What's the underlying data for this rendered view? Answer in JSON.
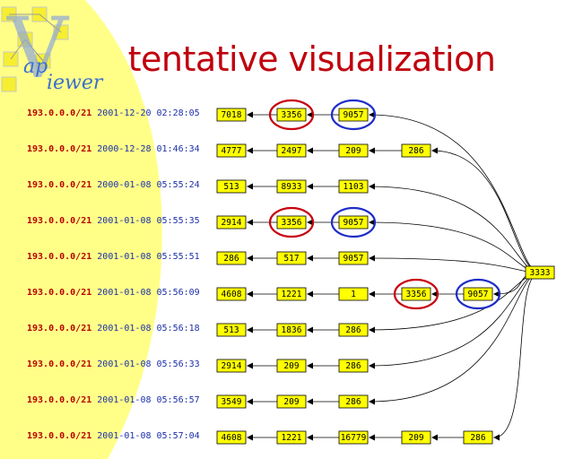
{
  "title": "tentative visualization",
  "logo": {
    "letter": "V",
    "text_top": "ap",
    "text_bottom": "iewer"
  },
  "colors": {
    "prefix": "#b80000",
    "date": "#1c2fa8",
    "title": "#c0000d",
    "box_fill": "#ffff00",
    "highlight_red": "#c8000f",
    "highlight_blue": "#1f2dc8",
    "background_blob": "#ffff88"
  },
  "origin_as": "3333",
  "rows": [
    {
      "prefix": "193.0.0.0/21",
      "timestamp": "2001-12-20 02:28:05",
      "path": [
        "7018",
        "3356",
        "9057"
      ]
    },
    {
      "prefix": "193.0.0.0/21",
      "timestamp": "2000-12-28 01:46:34",
      "path": [
        "4777",
        "2497",
        "209",
        "286"
      ]
    },
    {
      "prefix": "193.0.0.0/21",
      "timestamp": "2000-01-08 05:55:24",
      "path": [
        "513",
        "8933",
        "1103"
      ]
    },
    {
      "prefix": "193.0.0.0/21",
      "timestamp": "2001-01-08 05:55:35",
      "path": [
        "2914",
        "3356",
        "9057"
      ]
    },
    {
      "prefix": "193.0.0.0/21",
      "timestamp": "2001-01-08 05:55:51",
      "path": [
        "286",
        "517",
        "9057"
      ]
    },
    {
      "prefix": "193.0.0.0/21",
      "timestamp": "2001-01-08 05:56:09",
      "path": [
        "4608",
        "1221",
        "1",
        "3356",
        "9057"
      ]
    },
    {
      "prefix": "193.0.0.0/21",
      "timestamp": "2001-01-08 05:56:18",
      "path": [
        "513",
        "1836",
        "286"
      ]
    },
    {
      "prefix": "193.0.0.0/21",
      "timestamp": "2001-01-08 05:56:33",
      "path": [
        "2914",
        "209",
        "286"
      ]
    },
    {
      "prefix": "193.0.0.0/21",
      "timestamp": "2001-01-08 05:56:57",
      "path": [
        "3549",
        "209",
        "286"
      ]
    },
    {
      "prefix": "193.0.0.0/21",
      "timestamp": "2001-01-08 05:57:04",
      "path": [
        "4608",
        "1221",
        "16779",
        "209",
        "286"
      ]
    }
  ],
  "highlights": [
    {
      "row": 0,
      "node": 1,
      "color": "red"
    },
    {
      "row": 0,
      "node": 2,
      "color": "blue"
    },
    {
      "row": 3,
      "node": 1,
      "color": "red"
    },
    {
      "row": 3,
      "node": 2,
      "color": "blue"
    },
    {
      "row": 5,
      "node": 3,
      "color": "red"
    },
    {
      "row": 5,
      "node": 4,
      "color": "blue"
    }
  ]
}
